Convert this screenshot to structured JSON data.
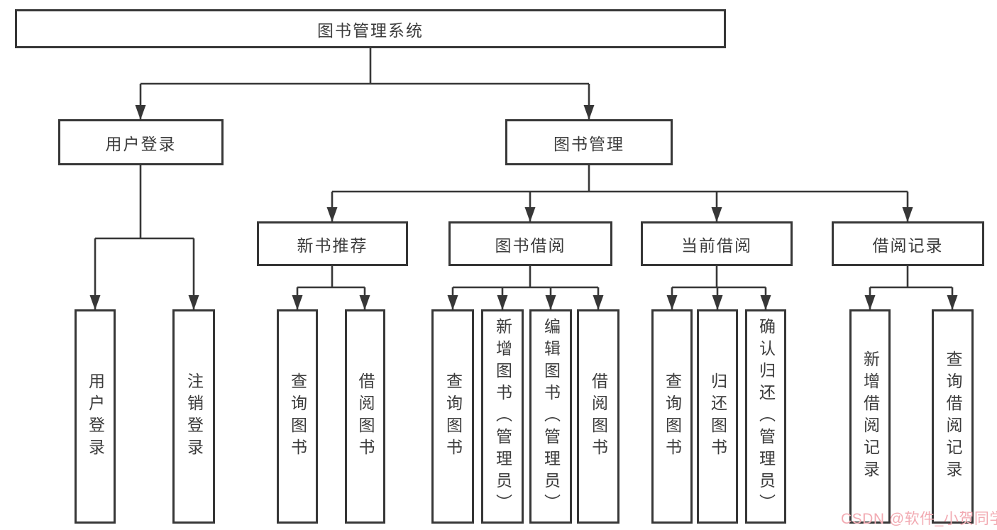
{
  "colors": {
    "line": "#373737",
    "box_border": "#373737",
    "text": "#3c3c3c",
    "background": "#ffffff",
    "watermark": "#f2abb3"
  },
  "watermark": {
    "text": "CSDN @软件_小贺同学"
  },
  "tree": {
    "label": "图书管理系统",
    "children": [
      {
        "label": "用户登录",
        "children": [
          {
            "label": "用户登录"
          },
          {
            "label": "注销登录"
          }
        ]
      },
      {
        "label": "图书管理",
        "children": [
          {
            "label": "新书推荐",
            "children": [
              {
                "label": "查询图书"
              },
              {
                "label": "借阅图书"
              }
            ]
          },
          {
            "label": "图书借阅",
            "children": [
              {
                "label": "查询图书"
              },
              {
                "label": "新增图书（管理员）"
              },
              {
                "label": "编辑图书（管理员）"
              },
              {
                "label": "借阅图书"
              }
            ]
          },
          {
            "label": "当前借阅",
            "children": [
              {
                "label": "查询图书"
              },
              {
                "label": "归还图书"
              },
              {
                "label": "确认归还（管理员）"
              }
            ]
          },
          {
            "label": "借阅记录",
            "children": [
              {
                "label": "新增借阅记录"
              },
              {
                "label": "查询借阅记录"
              }
            ]
          }
        ]
      }
    ]
  }
}
